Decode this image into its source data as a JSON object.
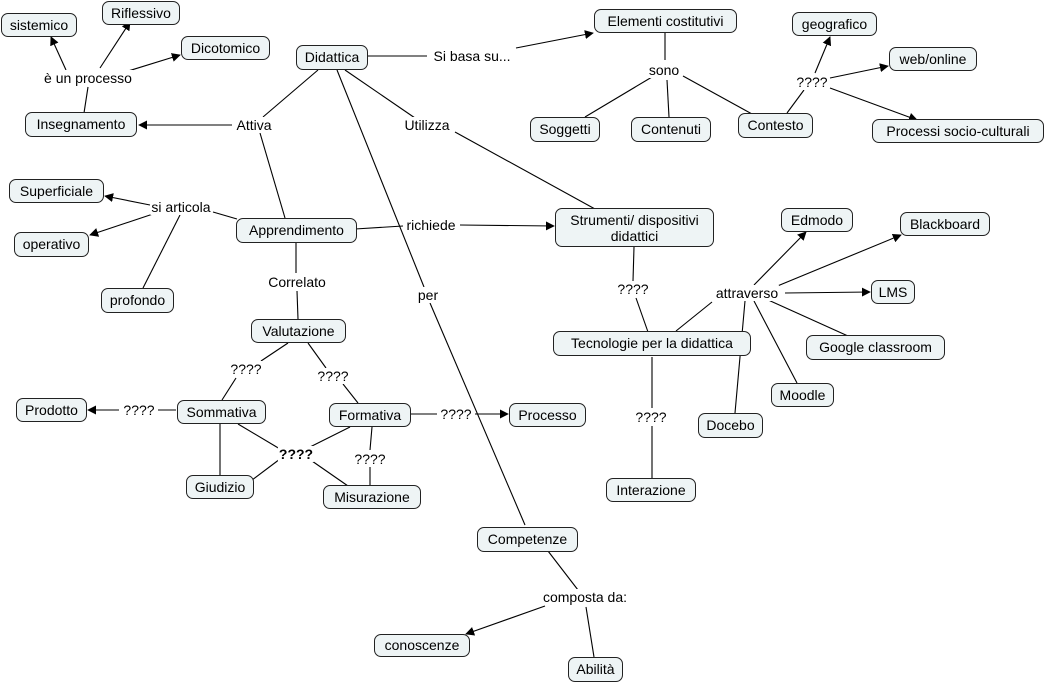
{
  "nodes": {
    "sistemico": "sistemico",
    "riflessivo": "Riflessivo",
    "dicotomico": "Dicotomico",
    "insegnamento": "Insegnamento",
    "didattica": "Didattica",
    "elementi": "Elementi costitutivi",
    "geografico": "geografico",
    "web": "web/online",
    "soggetti": "Soggetti",
    "contenuti": "Contenuti",
    "contesto": "Contesto",
    "processi_sc": "Processi socio-culturali",
    "superficiale": "Superficiale",
    "operativo": "operativo",
    "profondo": "profondo",
    "apprendimento": "Apprendimento",
    "strumenti": "Strumenti/ dispositivi didattici",
    "edmodo": "Edmodo",
    "blackboard": "Blackboard",
    "lms": "LMS",
    "google": "Google classroom",
    "moodle": "Moodle",
    "docebo": "Docebo",
    "tecnologie": "Tecnologie per la didattica",
    "interazione": "Interazione",
    "valutazione": "Valutazione",
    "prodotto": "Prodotto",
    "sommativa": "Sommativa",
    "formativa": "Formativa",
    "processo": "Processo",
    "giudizio": "Giudizio",
    "misurazione": "Misurazione",
    "competenze": "Competenze",
    "conoscenze": "conoscenze",
    "abilita": "Abilità"
  },
  "links": {
    "e_un_processo": "è un processo",
    "si_basa_su": "Si basa su...",
    "sono": "sono",
    "q_contesto": "????",
    "attiva": "Attiva",
    "utilizza": "Utilizza",
    "si_articola": "si articola",
    "richiede": "richiede",
    "correlato": "Correlato",
    "per": "per",
    "q_strumenti": "????",
    "attraverso": "attraverso",
    "q_interazione": "????",
    "q_sommativa": "????",
    "q_formativa": "????",
    "q_prodotto": "????",
    "q_processo": "????",
    "q_misurazione": "????",
    "q_cross": "????",
    "composta_da": "composta da:"
  }
}
